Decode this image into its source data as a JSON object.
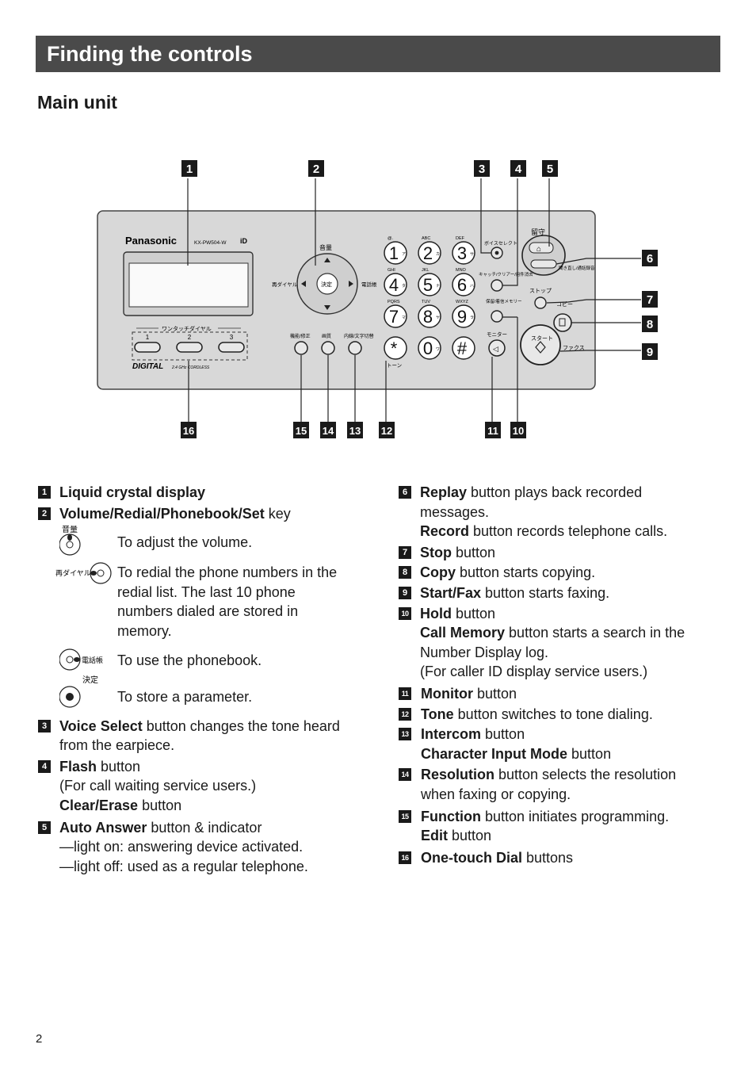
{
  "header": {
    "title": "Finding the controls",
    "subtitle": "Main unit",
    "page_number": "2"
  },
  "diagram": {
    "callouts": [
      "1",
      "2",
      "3",
      "4",
      "5",
      "6",
      "7",
      "8",
      "9",
      "10",
      "11",
      "12",
      "13",
      "14",
      "15",
      "16"
    ],
    "device": {
      "brand": "Panasonic",
      "model": "KX-PW504-W",
      "brand_mark": "iD",
      "volume_label": "音量",
      "redial_label": "再ダイヤル",
      "phonebook_label": "電話帳",
      "set_label": "決定",
      "one_touch_label": "ワンタッチダイヤル",
      "one_touch_numbers": [
        "1",
        "2",
        "3"
      ],
      "digital_label": "DIGITAL",
      "digital_sub": "2.4 GHz CORDLESS",
      "function_label": "機能/修正",
      "resolution_label": "画質",
      "intercom_label": "内線/文字切替",
      "tone_label": "トーン",
      "voice_select_label": "ボイスセレクト",
      "flash_label": "キャッチ/クリアー/用件消去",
      "hold_label": "保留/着信メモリー",
      "monitor_label": "モニター",
      "auto_answer_label": "留守",
      "replay_label": "聞き直し/通話録音",
      "stop_label": "ストップ",
      "copy_label": "コピー",
      "start_label": "スタート",
      "fax_label": "ファクス",
      "keypad": [
        {
          "digit": "1",
          "kana": "ア",
          "letters": "@."
        },
        {
          "digit": "2",
          "kana": "カ",
          "letters": "ABC"
        },
        {
          "digit": "3",
          "kana": "サ",
          "letters": "DEF"
        },
        {
          "digit": "4",
          "kana": "タ",
          "letters": "GHI"
        },
        {
          "digit": "5",
          "kana": "ナ",
          "letters": "JKL"
        },
        {
          "digit": "6",
          "kana": "ハ",
          "letters": "MNO"
        },
        {
          "digit": "7",
          "kana": "マ",
          "letters": "PQRS"
        },
        {
          "digit": "8",
          "kana": "ヤ",
          "letters": "TUV"
        },
        {
          "digit": "9",
          "kana": "ラ",
          "letters": "WXYZ"
        },
        {
          "digit": "*",
          "kana": "",
          "letters": ""
        },
        {
          "digit": "0",
          "kana": "ワ",
          "letters": ""
        },
        {
          "digit": "#",
          "kana": "",
          "letters": ""
        }
      ]
    }
  },
  "left_items": [
    {
      "n": "1",
      "bold": "Liquid crystal display",
      "rest": ""
    },
    {
      "n": "2",
      "bold": "Volume/Redial/Phonebook/Set",
      "rest": " key"
    }
  ],
  "key_descriptions": [
    {
      "icon_label": "音量",
      "text": "To adjust the volume."
    },
    {
      "icon_label": "再ダイヤル",
      "text": "To redial the phone numbers in the redial list. The last 10 phone numbers dialed are stored in memory."
    },
    {
      "icon_label": "電話帳",
      "text": "To use the phonebook."
    },
    {
      "icon_label": "決定",
      "text": "To store a parameter."
    }
  ],
  "left_items_2": [
    {
      "n": "3",
      "l1b": "Voice Select",
      "l1": " button changes the tone heard",
      "l2": "from the earpiece."
    },
    {
      "n": "4",
      "l1b": "Flash",
      "l1": " button",
      "l2": "(For call waiting service users.)",
      "l3b": "Clear/Erase",
      "l3": " button"
    },
    {
      "n": "5",
      "l1b": "Auto Answer",
      "l1": " button & indicator",
      "l2": "—light on:  answering device activated.",
      "l3": "—light off:  used as a regular telephone."
    }
  ],
  "right_items": [
    {
      "n": "6",
      "l1b": "Replay",
      "l1": " button plays back recorded",
      "l2": "messages.",
      "l3b": "Record",
      "l3": " button records telephone calls."
    },
    {
      "n": "7",
      "l1b": "Stop",
      "l1": " button"
    },
    {
      "n": "8",
      "l1b": "Copy",
      "l1": " button starts copying."
    },
    {
      "n": "9",
      "l1b": "Start/Fax",
      "l1": " button starts faxing."
    },
    {
      "n": "10",
      "l1b": "Hold",
      "l1": " button",
      "l2b": "Call Memory",
      "l2": " button starts a search in the",
      "l3": "Number Display log.",
      "l4": "(For caller ID display service users.)"
    },
    {
      "n": "11",
      "l1b": "Monitor",
      "l1": " button"
    },
    {
      "n": "12",
      "l1b": "Tone",
      "l1": " button switches to tone dialing."
    },
    {
      "n": "13",
      "l1b": "Intercom",
      "l1": " button",
      "l2b": "Character Input Mode",
      "l2": " button"
    },
    {
      "n": "14",
      "l1b": "Resolution",
      "l1": " button selects the resolution",
      "l2": "when faxing or copying."
    },
    {
      "n": "15",
      "l1b": "Function",
      "l1": " button initiates programming.",
      "l2b": "Edit",
      "l2": " button"
    },
    {
      "n": "16",
      "l1b": "One-touch Dial",
      "l1": " buttons"
    }
  ],
  "colors": {
    "title_bg": "#4a4a4a",
    "device_face": "#d8d8d8",
    "callout_bg": "#1a1a1a"
  }
}
